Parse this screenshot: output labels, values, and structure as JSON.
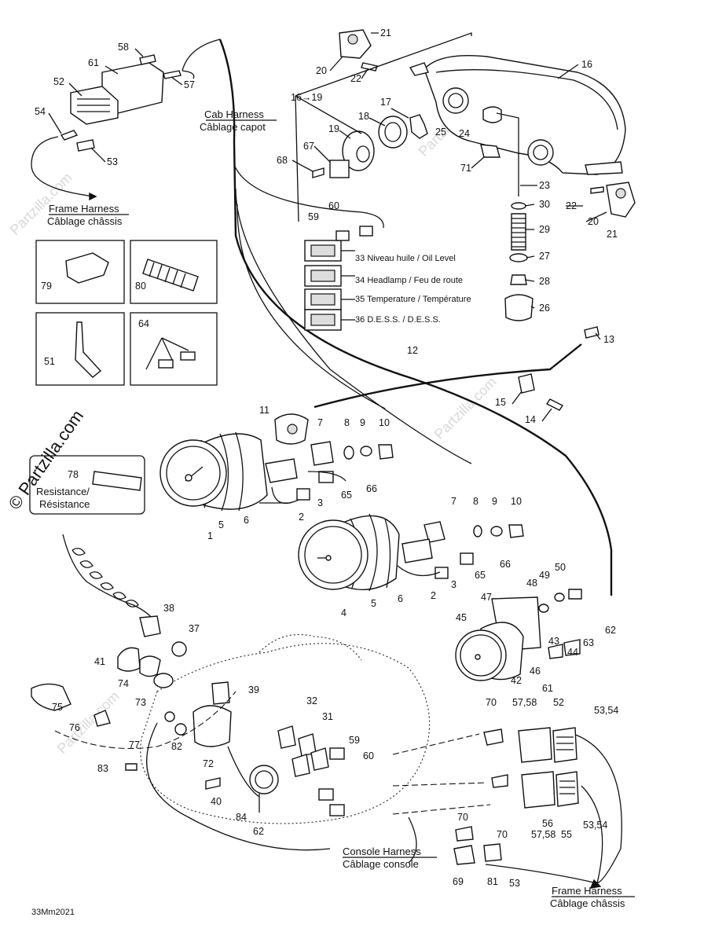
{
  "watermark": {
    "text": "© Partzilla.com",
    "faint": "Partzilla.com"
  },
  "code": "33Mm2021",
  "harness": {
    "cab_en": "Cab Harness",
    "cab_fr": "Câblage capot",
    "frame_en": "Frame Harness",
    "frame_fr": "Câblage châssis",
    "console_en": "Console Harness",
    "console_fr": "Câblage console",
    "resist_en": "Resistance/",
    "resist_fr": "Résistance"
  },
  "indicators": [
    {
      "num": "33",
      "text": "Niveau huile / Oil Level"
    },
    {
      "num": "34",
      "text": "Headlamp / Feu de route"
    },
    {
      "num": "35",
      "text": "Temperature / Température"
    },
    {
      "num": "36",
      "text": "D.E.S.S. / D.E.S.S."
    }
  ],
  "callouts": [
    {
      "id": "c21a",
      "text": "21"
    },
    {
      "id": "c20a",
      "text": "20"
    },
    {
      "id": "c22a",
      "text": "22"
    },
    {
      "id": "c16",
      "text": "16"
    },
    {
      "id": "c1619",
      "text": "16→19"
    },
    {
      "id": "c17",
      "text": "17"
    },
    {
      "id": "c18",
      "text": "18"
    },
    {
      "id": "c19",
      "text": "19"
    },
    {
      "id": "c25",
      "text": "25"
    },
    {
      "id": "c24",
      "text": "24"
    },
    {
      "id": "c67",
      "text": "67"
    },
    {
      "id": "c68",
      "text": "68"
    },
    {
      "id": "c71",
      "text": "71"
    },
    {
      "id": "c23",
      "text": "23"
    },
    {
      "id": "c22b",
      "text": "22"
    },
    {
      "id": "c20b",
      "text": "20"
    },
    {
      "id": "c21b",
      "text": "21"
    },
    {
      "id": "c30",
      "text": "30"
    },
    {
      "id": "c29",
      "text": "29"
    },
    {
      "id": "c27",
      "text": "27"
    },
    {
      "id": "c28",
      "text": "28"
    },
    {
      "id": "c26",
      "text": "26"
    },
    {
      "id": "c58a",
      "text": "58"
    },
    {
      "id": "c61a",
      "text": "61"
    },
    {
      "id": "c52a",
      "text": "52"
    },
    {
      "id": "c57a",
      "text": "57"
    },
    {
      "id": "c54",
      "text": "54"
    },
    {
      "id": "c53a",
      "text": "53"
    },
    {
      "id": "c60a",
      "text": "60"
    },
    {
      "id": "c59a",
      "text": "59"
    },
    {
      "id": "c79",
      "text": "79"
    },
    {
      "id": "c80",
      "text": "80"
    },
    {
      "id": "c51",
      "text": "51"
    },
    {
      "id": "c64",
      "text": "64"
    },
    {
      "id": "c12",
      "text": "12"
    },
    {
      "id": "c13",
      "text": "13"
    },
    {
      "id": "c15",
      "text": "15"
    },
    {
      "id": "c14",
      "text": "14"
    },
    {
      "id": "c11",
      "text": "11"
    },
    {
      "id": "c7a",
      "text": "7"
    },
    {
      "id": "c8a",
      "text": "8"
    },
    {
      "id": "c9a",
      "text": "9"
    },
    {
      "id": "c10a",
      "text": "10"
    },
    {
      "id": "c78",
      "text": "78"
    },
    {
      "id": "c66a",
      "text": "66"
    },
    {
      "id": "c65a",
      "text": "65"
    },
    {
      "id": "c3a",
      "text": "3"
    },
    {
      "id": "c2a",
      "text": "2"
    },
    {
      "id": "c1",
      "text": "1"
    },
    {
      "id": "c5a",
      "text": "5"
    },
    {
      "id": "c6a",
      "text": "6"
    },
    {
      "id": "c7b",
      "text": "7"
    },
    {
      "id": "c8b",
      "text": "8"
    },
    {
      "id": "c9b",
      "text": "9"
    },
    {
      "id": "c10b",
      "text": "10"
    },
    {
      "id": "c66b",
      "text": "66"
    },
    {
      "id": "c65b",
      "text": "65"
    },
    {
      "id": "c3b",
      "text": "3"
    },
    {
      "id": "c2b",
      "text": "2"
    },
    {
      "id": "c4",
      "text": "4"
    },
    {
      "id": "c5b",
      "text": "5"
    },
    {
      "id": "c6b",
      "text": "6"
    },
    {
      "id": "c50",
      "text": "50"
    },
    {
      "id": "c49",
      "text": "49"
    },
    {
      "id": "c48",
      "text": "48"
    },
    {
      "id": "c47",
      "text": "47"
    },
    {
      "id": "c45",
      "text": "45"
    },
    {
      "id": "c62a",
      "text": "62"
    },
    {
      "id": "c63",
      "text": "63"
    },
    {
      "id": "c44",
      "text": "44"
    },
    {
      "id": "c43",
      "text": "43"
    },
    {
      "id": "c46",
      "text": "46"
    },
    {
      "id": "c42",
      "text": "42"
    },
    {
      "id": "c38",
      "text": "38"
    },
    {
      "id": "c37",
      "text": "37"
    },
    {
      "id": "c41",
      "text": "41"
    },
    {
      "id": "c74",
      "text": "74"
    },
    {
      "id": "c73",
      "text": "73"
    },
    {
      "id": "c75",
      "text": "75"
    },
    {
      "id": "c76",
      "text": "76"
    },
    {
      "id": "c77",
      "text": "77"
    },
    {
      "id": "c82",
      "text": "82"
    },
    {
      "id": "c83",
      "text": "83"
    },
    {
      "id": "c39",
      "text": "39"
    },
    {
      "id": "c72",
      "text": "72"
    },
    {
      "id": "c40",
      "text": "40"
    },
    {
      "id": "c32",
      "text": "32"
    },
    {
      "id": "c31",
      "text": "31"
    },
    {
      "id": "c59b",
      "text": "59"
    },
    {
      "id": "c60b",
      "text": "60"
    },
    {
      "id": "c84",
      "text": "84"
    },
    {
      "id": "c62b",
      "text": "62"
    },
    {
      "id": "c70a",
      "text": "70"
    },
    {
      "id": "c5758a",
      "text": "57,58"
    },
    {
      "id": "c61b",
      "text": "61"
    },
    {
      "id": "c52b",
      "text": "52"
    },
    {
      "id": "c5354a",
      "text": "53,54"
    },
    {
      "id": "c70b",
      "text": "70"
    },
    {
      "id": "c5758b",
      "text": "57,58"
    },
    {
      "id": "c56",
      "text": "56"
    },
    {
      "id": "c55",
      "text": "55"
    },
    {
      "id": "c5354b",
      "text": "53,54"
    },
    {
      "id": "c70c",
      "text": "70"
    },
    {
      "id": "c69",
      "text": "69"
    },
    {
      "id": "c81",
      "text": "81"
    },
    {
      "id": "c53b",
      "text": "53"
    }
  ]
}
